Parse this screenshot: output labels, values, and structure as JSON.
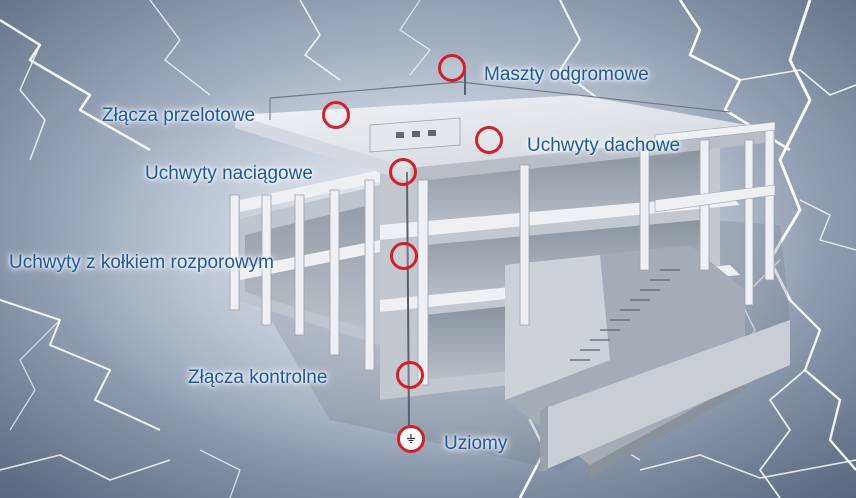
{
  "colors": {
    "label_text": "#1c5aa6",
    "marker_ring": "#d21f2a",
    "sky_dark": "#55657e",
    "sky_light": "#c9d2de",
    "building_face": "#d9dde3",
    "building_shadow": "#8a919b"
  },
  "icons": {
    "marker": "red-ring-marker",
    "ground": "ground-symbol-icon"
  },
  "labels": {
    "maszty": "Maszty odgromowe",
    "zlacza_przelotowe": "Złącza przelotowe",
    "uchwyty_dachowe": "Uchwyty dachowe",
    "uchwyty_naciagowe": "Uchwyty naciągowe",
    "uchwyty_kolek": "Uchwyty z kołkiem rozporowym",
    "zlacza_kontrolne": "Złącza kontrolne",
    "uziomy": "Uziomy"
  }
}
